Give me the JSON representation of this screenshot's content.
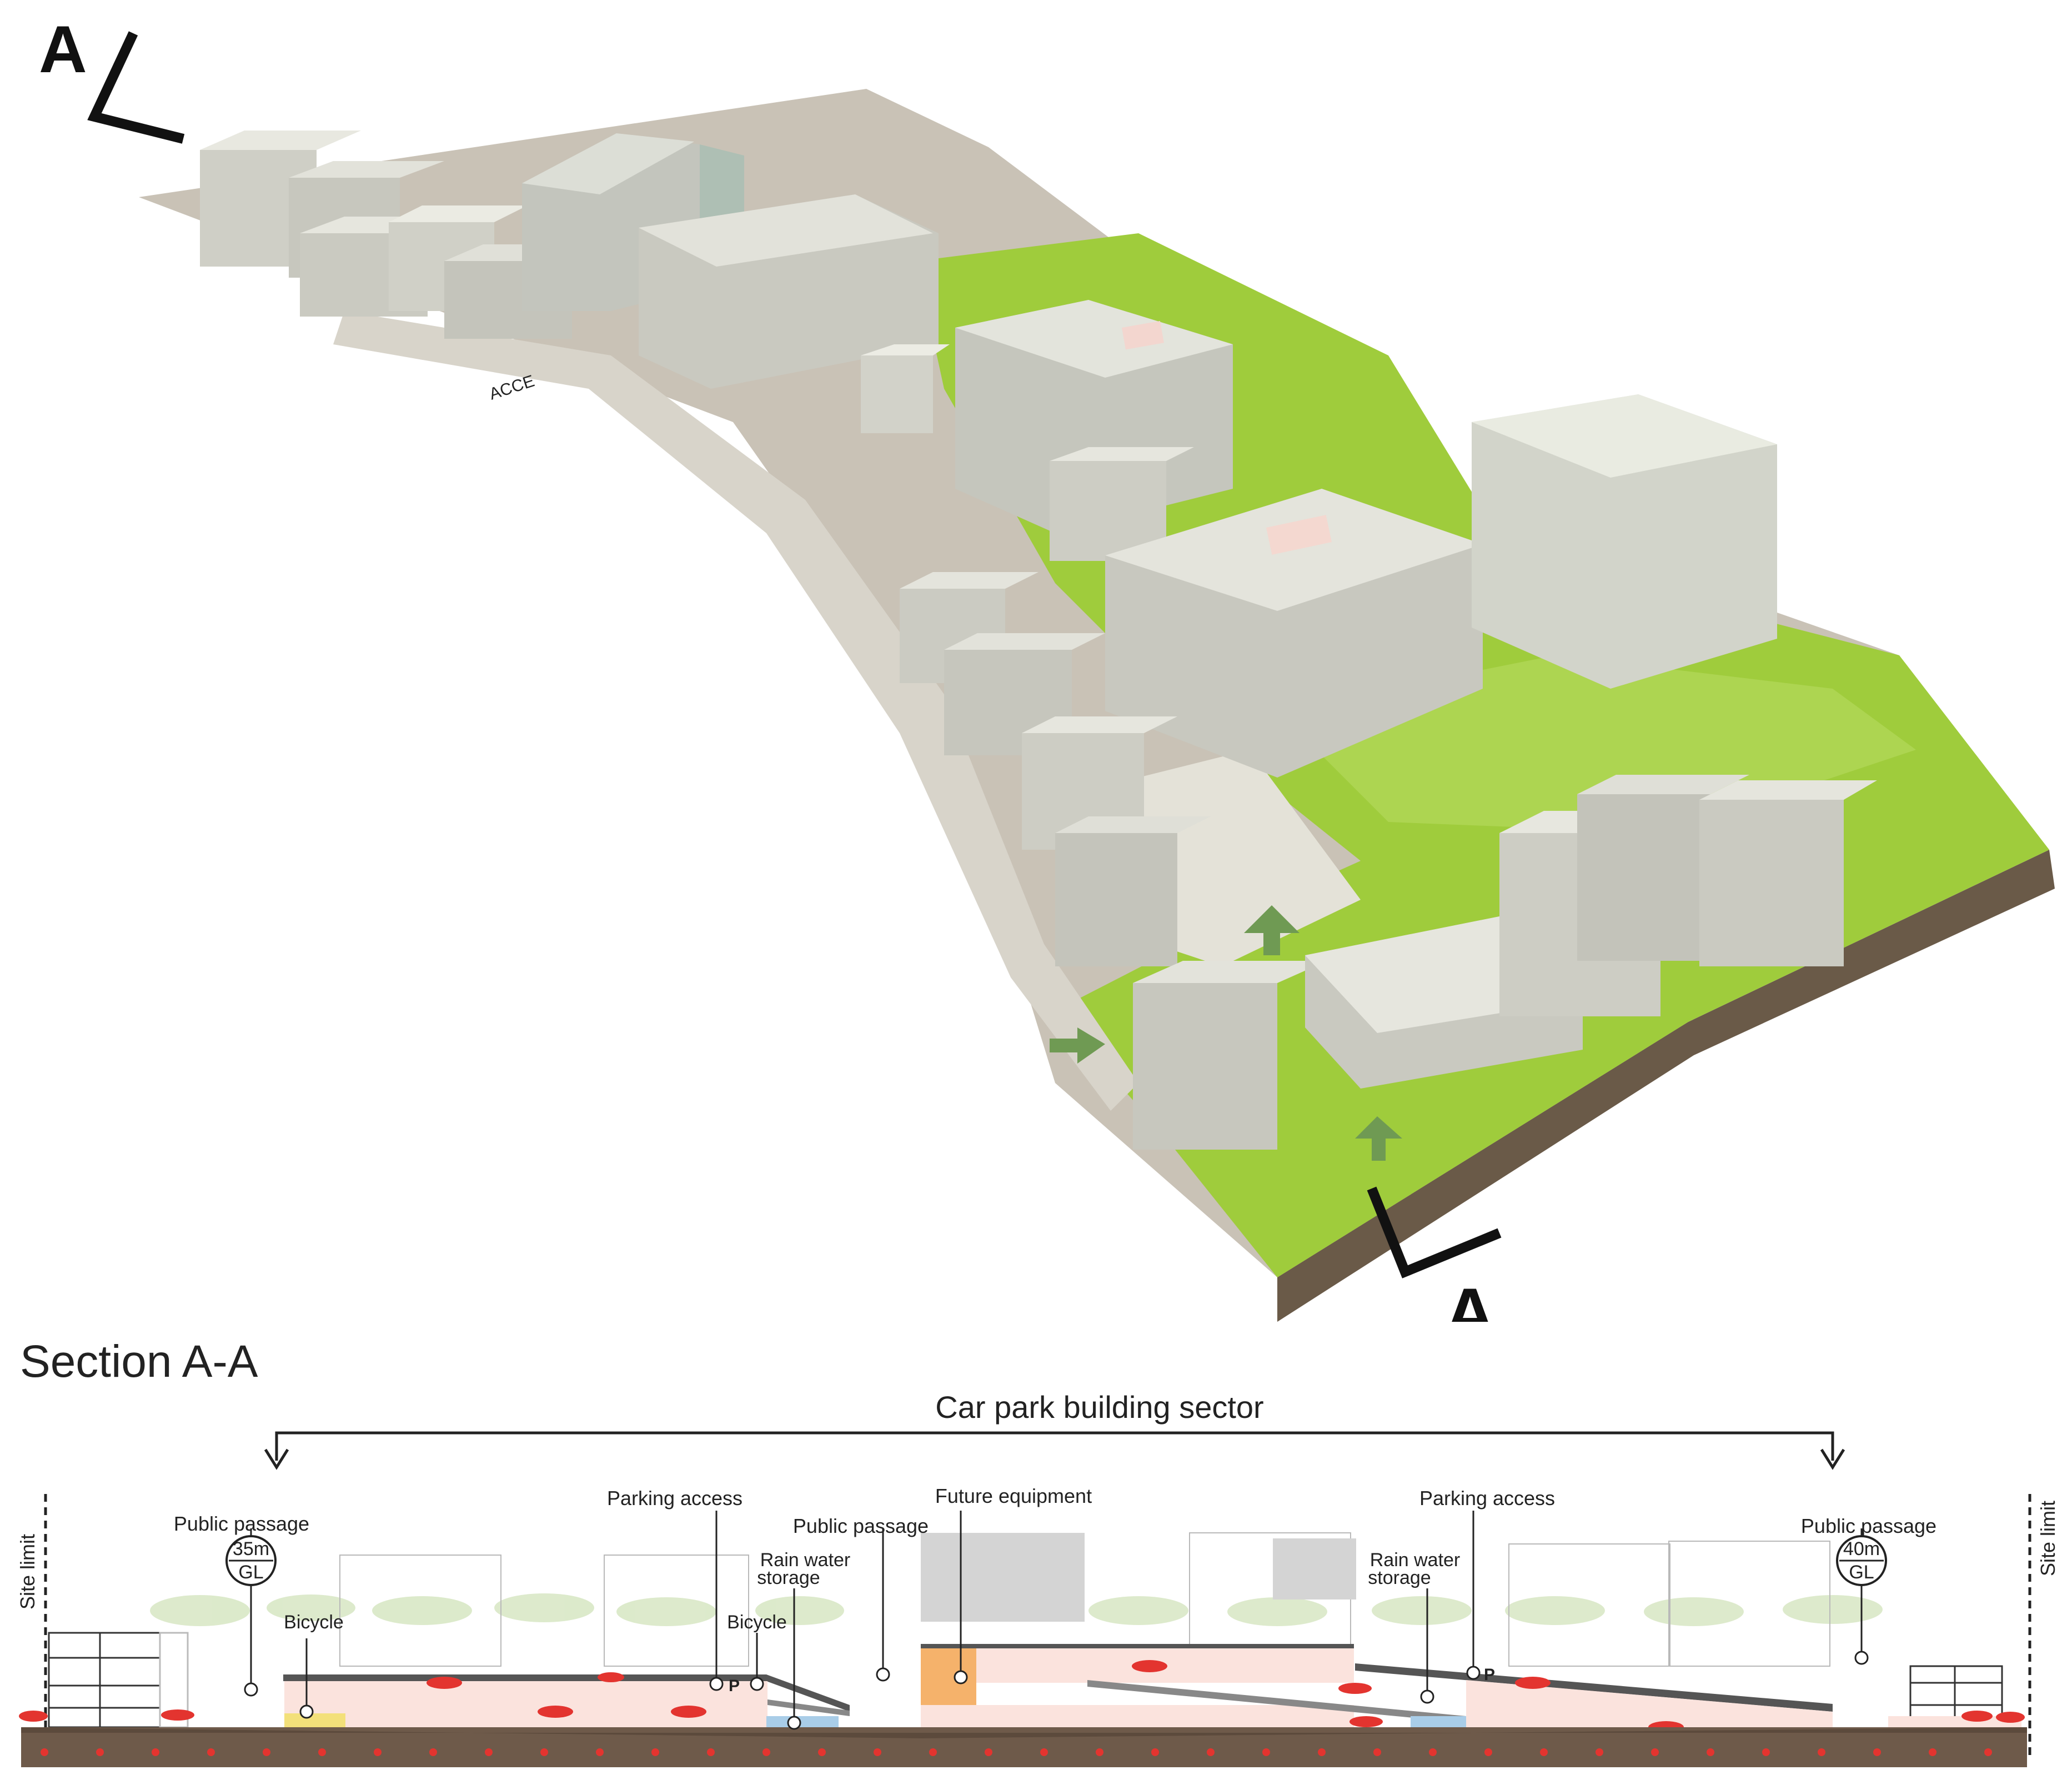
{
  "model": {
    "marker_start_letter": "A",
    "marker_end_letter": "A",
    "street_label": "ACCE"
  },
  "section": {
    "title": "Section A-A",
    "sector_label": "Car park building sector",
    "site_limit_left": "Site limit",
    "site_limit_right": "Site limit",
    "labels": {
      "public_passage_left": "Public passage",
      "bicycle_left": "Bicycle",
      "parking_access_left": "Parking access",
      "public_passage_mid": "Public passage",
      "rain_water_left_1": "Rain water",
      "rain_water_left_2": "storage",
      "bicycle_mid": "Bicycle",
      "future_equipment": "Future equipment",
      "parking_access_right": "Parking access",
      "rain_water_right_1": "Rain water",
      "rain_water_right_2": "storage",
      "public_passage_right": "Public passage"
    },
    "level_left": {
      "height": "35m",
      "ref": "GL"
    },
    "level_right": {
      "height": "40m",
      "ref": "GL"
    },
    "parking_symbol": "P"
  },
  "colors": {
    "green_base": "#9fcc3c",
    "foam": "#dcdcd2",
    "ground": "#6e5a4a",
    "car_red": "#e3342f",
    "water_blue": "#a9cde8",
    "equipment_orange": "#f5b26b",
    "bicycle_yellow": "#f3e07a"
  }
}
